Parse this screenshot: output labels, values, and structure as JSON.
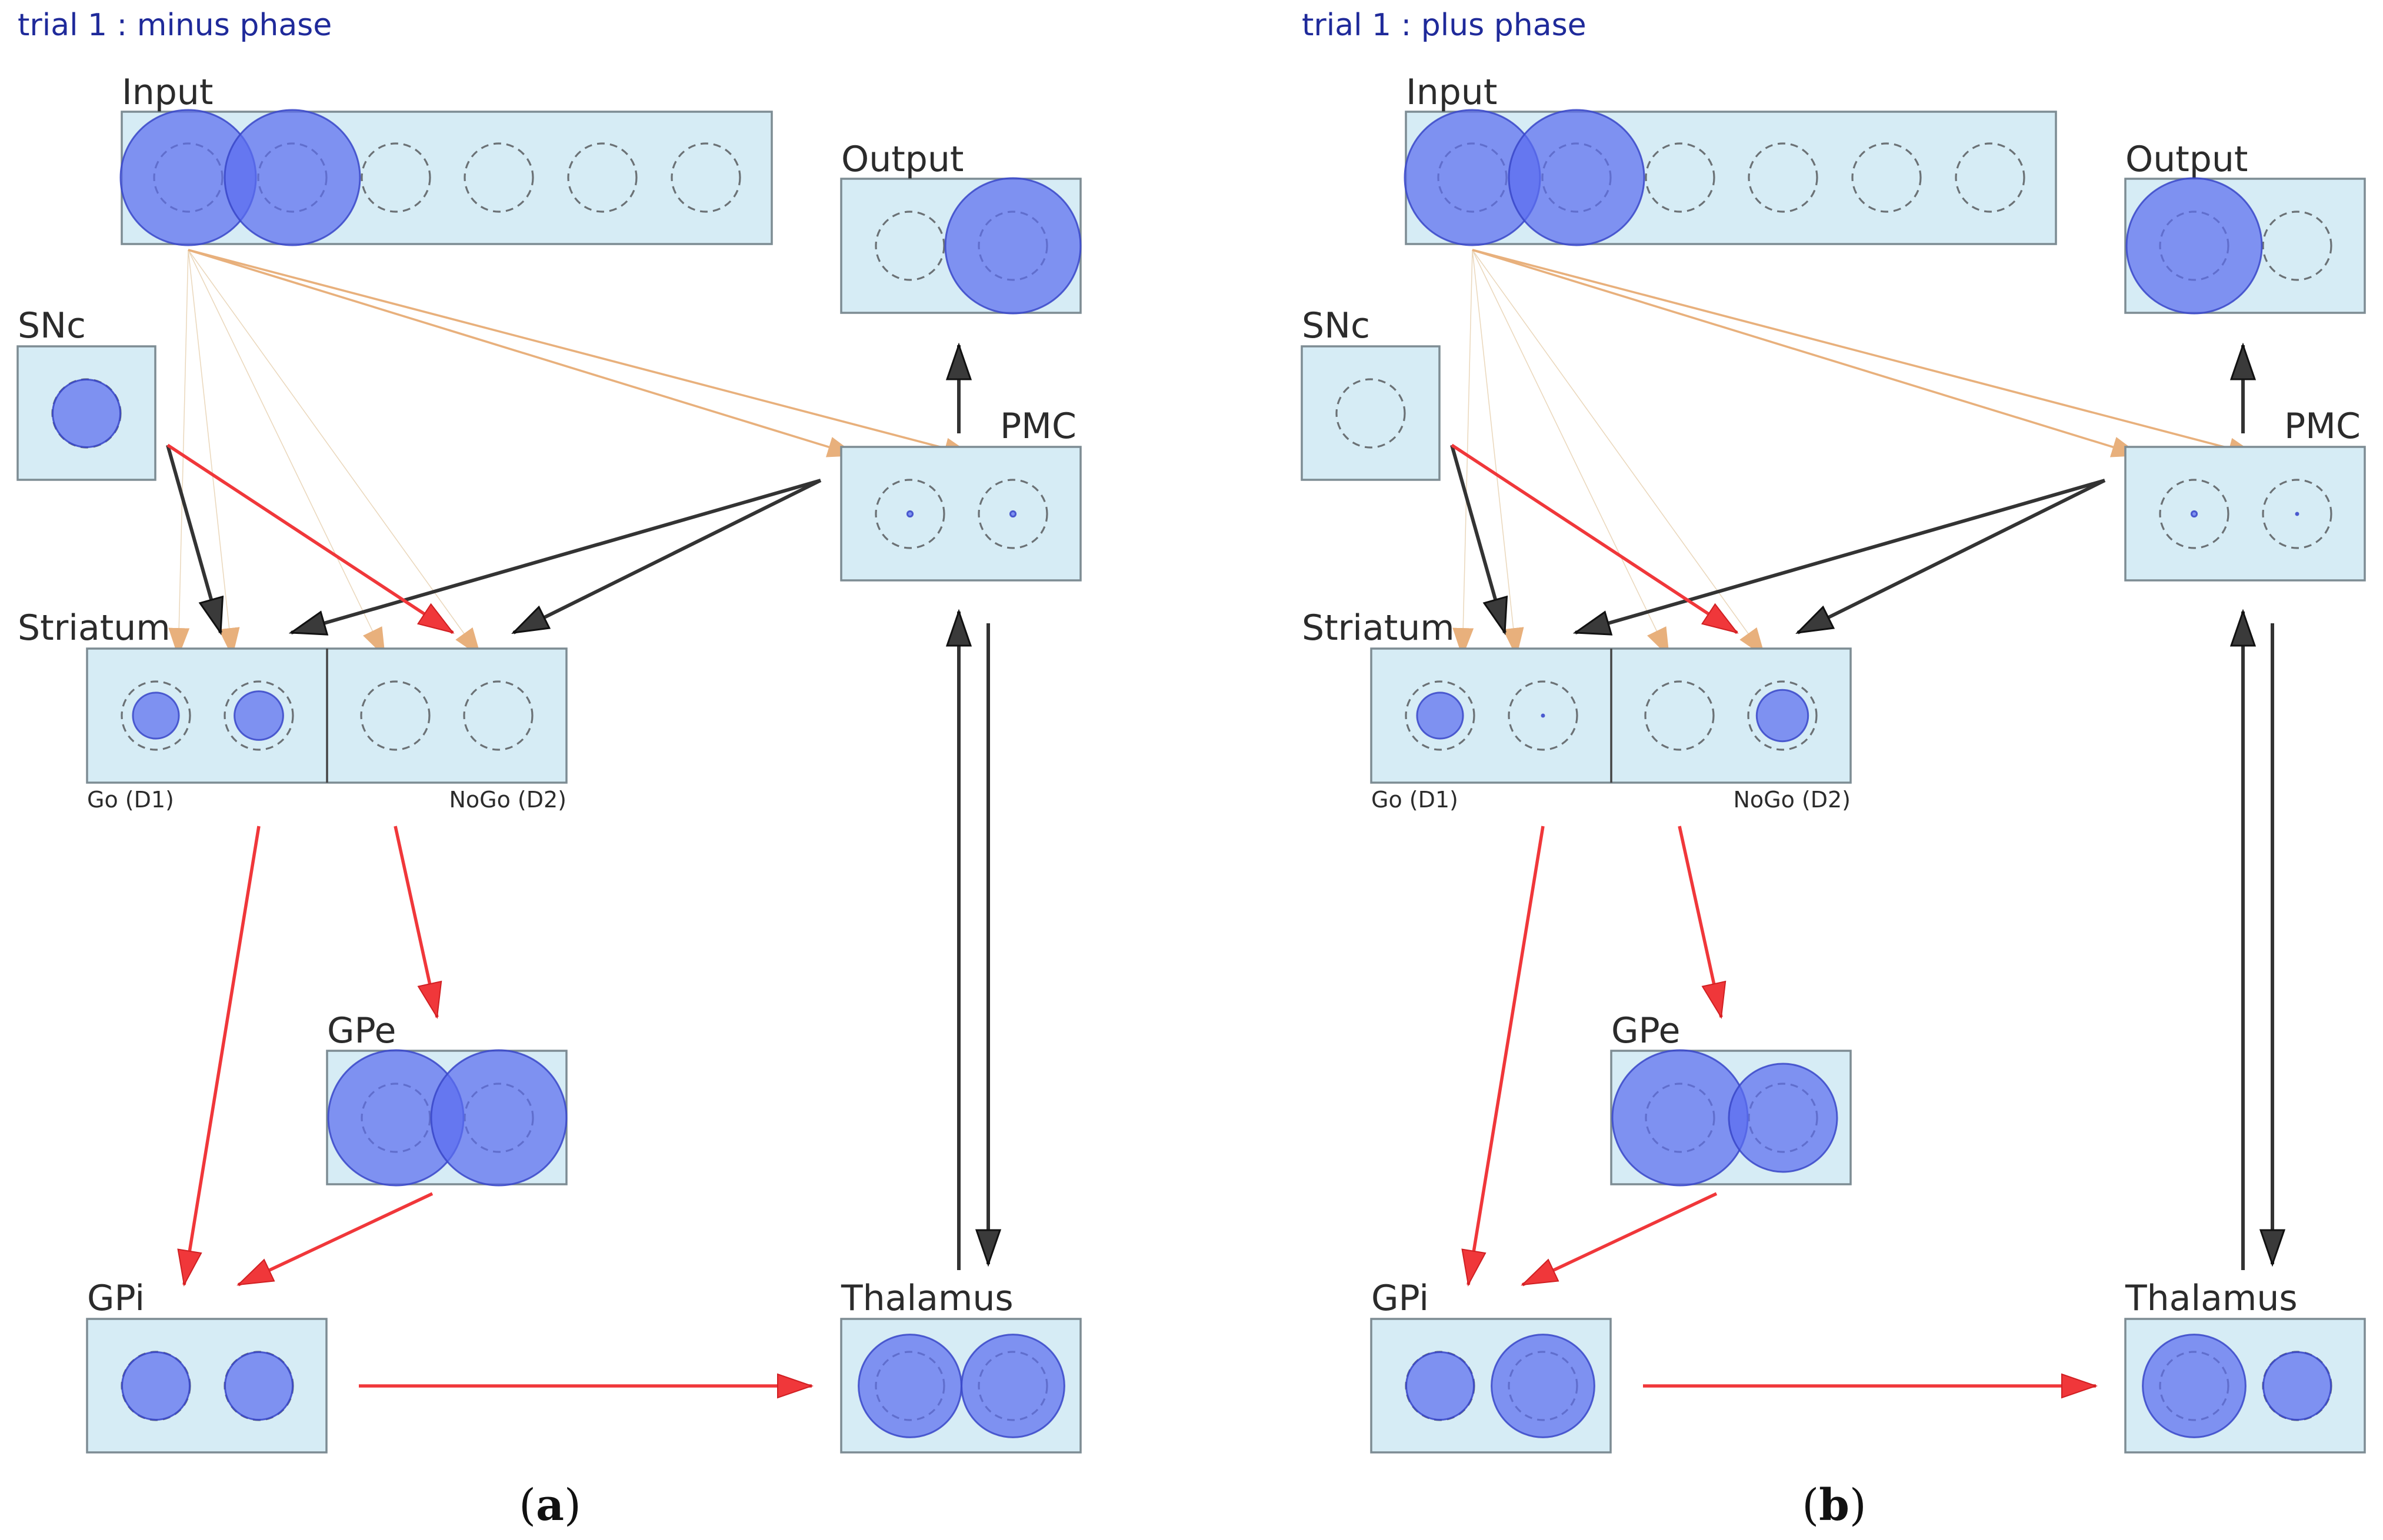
{
  "colors": {
    "title": "#1f2a9a",
    "box_fill": "#d6ecf5",
    "box_stroke": "#7d8c93",
    "activation": "#5b6df0",
    "ring": "#6b7175",
    "excitatory": "#333333",
    "inhibitory": "#f0373a",
    "input_proj": "#e8b07c",
    "input_proj_faint": "#ead7bb"
  },
  "panels": [
    {
      "title": "trial 1 : minus phase",
      "panel_label": "(a)",
      "panel_letter": "a",
      "layers": {
        "input": {
          "label": "Input",
          "activations": [
            1.0,
            1.0,
            0,
            0,
            0,
            0
          ]
        },
        "output": {
          "label": "Output",
          "activations": [
            0,
            1.0
          ]
        },
        "snc": {
          "label": "SNc",
          "activations": [
            0.5
          ]
        },
        "pmc": {
          "label": "PMC",
          "activations": [
            0.04,
            0.04
          ]
        },
        "striatum": {
          "label": "Striatum",
          "activations": [
            0.34,
            0.36,
            0,
            0
          ],
          "go_label": "Go (D1)",
          "nogo_label": "NoGo (D2)"
        },
        "gpe": {
          "label": "GPe",
          "activations": [
            1.0,
            1.0
          ]
        },
        "gpi": {
          "label": "GPi",
          "activations": [
            0.5,
            0.5
          ]
        },
        "thalamus": {
          "label": "Thalamus",
          "activations": [
            0.76,
            0.76
          ]
        }
      }
    },
    {
      "title": "trial 1 : plus phase",
      "panel_label": "(b)",
      "panel_letter": "b",
      "layers": {
        "input": {
          "label": "Input",
          "activations": [
            1.0,
            1.0,
            0,
            0,
            0,
            0
          ]
        },
        "output": {
          "label": "Output",
          "activations": [
            1.0,
            0
          ]
        },
        "snc": {
          "label": "SNc",
          "activations": [
            0
          ]
        },
        "pmc": {
          "label": "PMC",
          "activations": [
            0.04,
            0.01
          ]
        },
        "striatum": {
          "label": "Striatum",
          "activations": [
            0.34,
            0.01,
            0,
            0.38
          ],
          "go_label": "Go (D1)",
          "nogo_label": "NoGo (D2)"
        },
        "gpe": {
          "label": "GPe",
          "activations": [
            1.0,
            0.8
          ]
        },
        "gpi": {
          "label": "GPi",
          "activations": [
            0.5,
            0.76
          ]
        },
        "thalamus": {
          "label": "Thalamus",
          "activations": [
            0.76,
            0.5
          ]
        }
      }
    }
  ]
}
